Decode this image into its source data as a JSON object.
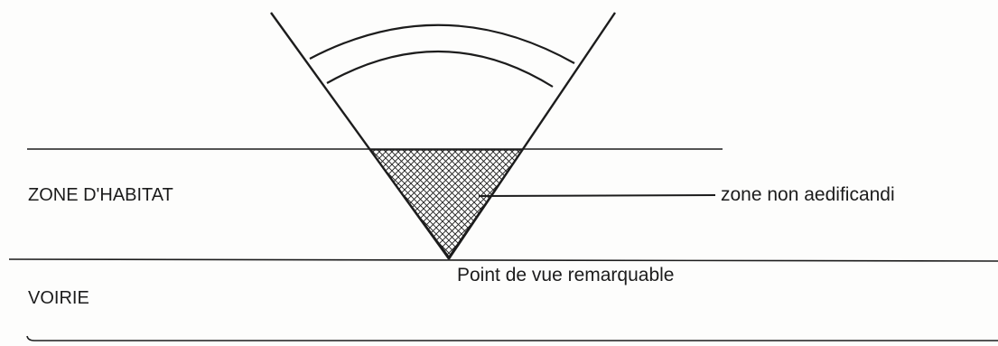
{
  "labels": {
    "zone_habitat": "ZONE D'HABITAT",
    "voirie": "VOIRIE",
    "zone_non_aedificandi": "zone non aedificandi",
    "point_de_vue": "Point de vue remarquable"
  },
  "colors": {
    "ink": "#1c1c1c",
    "paper": "#fdfdfc"
  }
}
